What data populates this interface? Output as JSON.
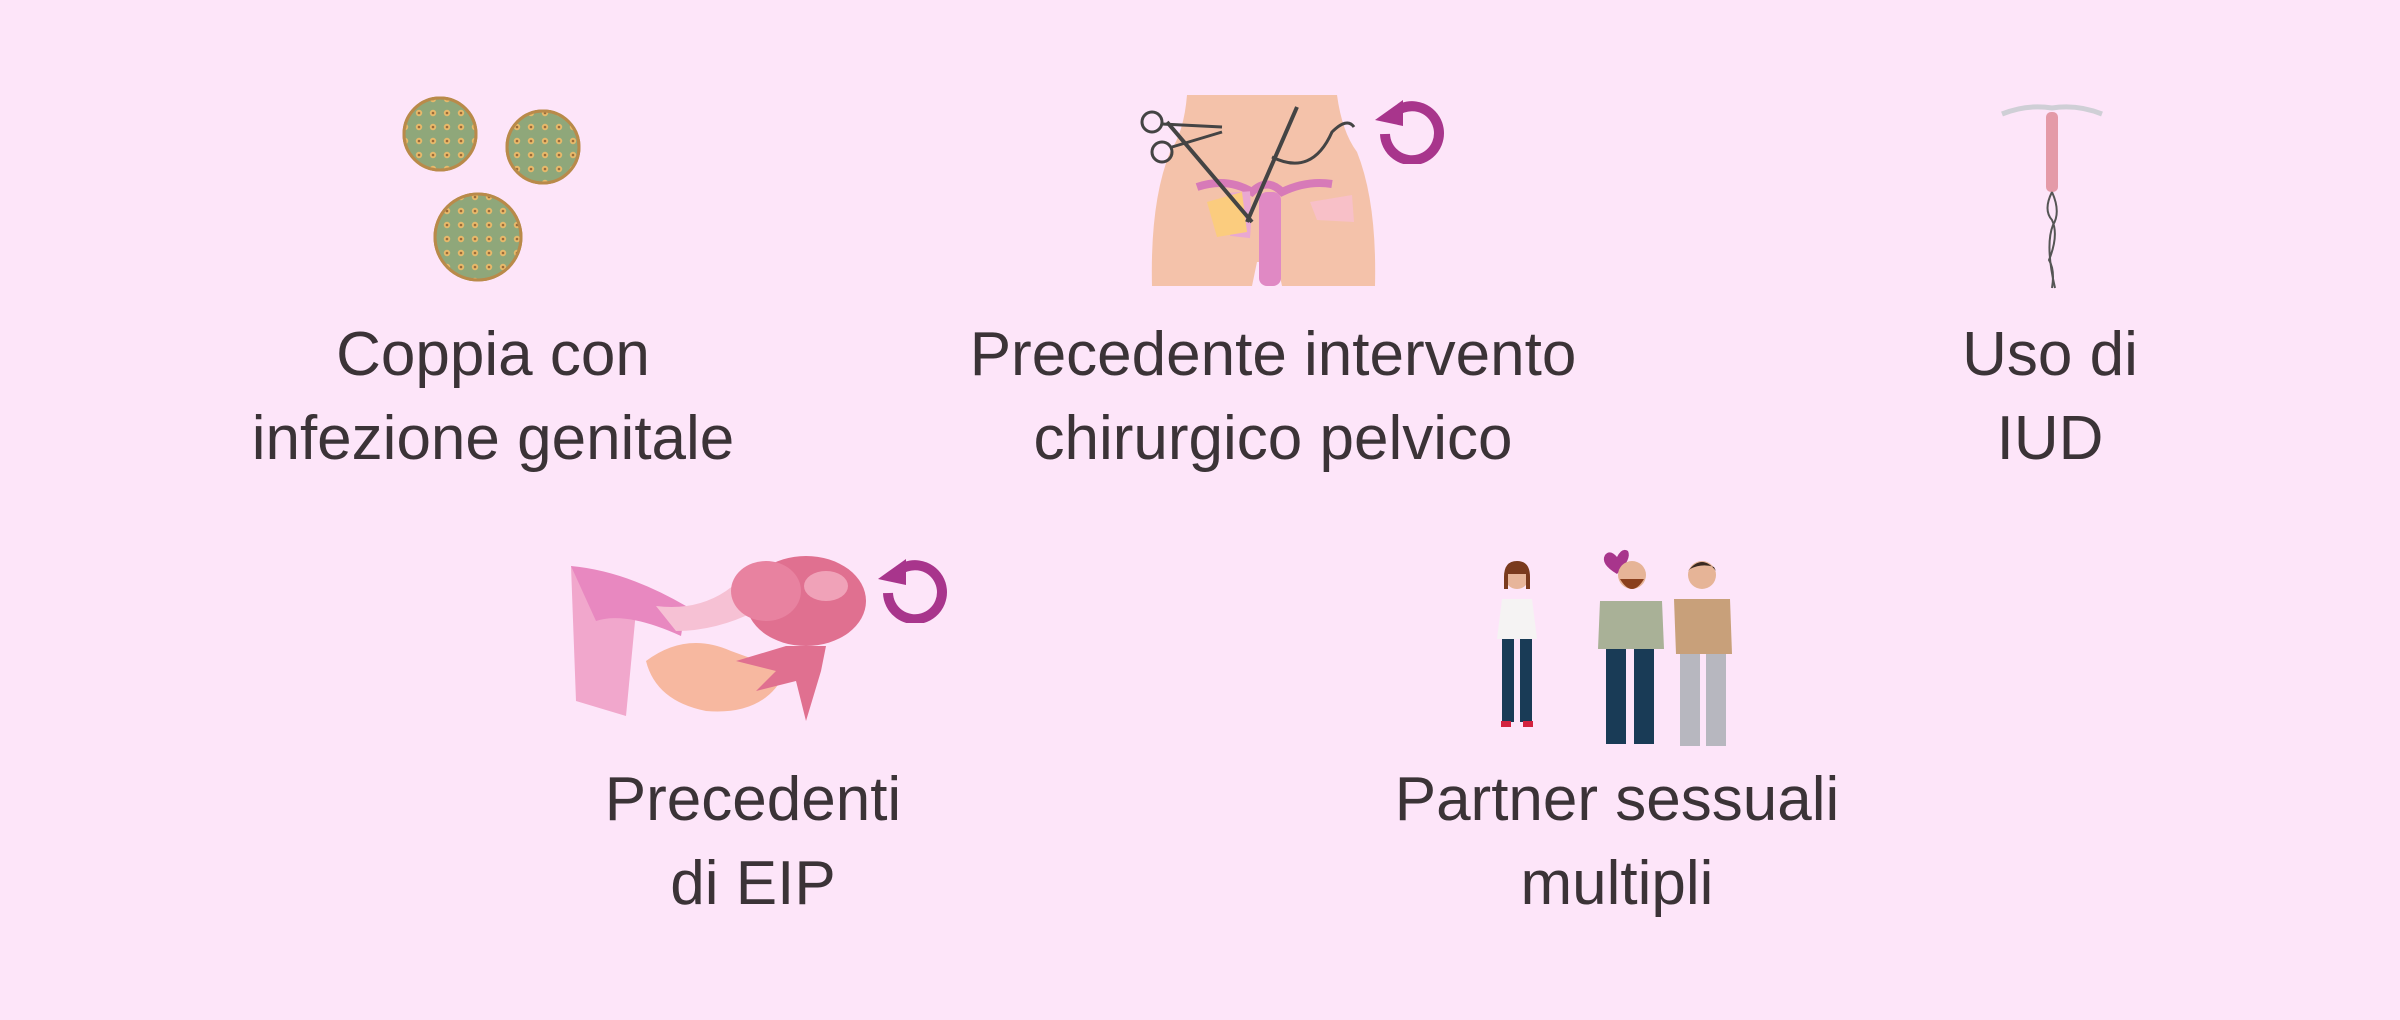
{
  "colors": {
    "background": "#fde5f9",
    "accent": "#a8358c",
    "text": "#3b3337"
  },
  "items": [
    {
      "icon": "virus-icon",
      "line1": "Coppia con",
      "line2": "infezione genitale"
    },
    {
      "icon": "pelvic-surgery-icon",
      "line1": "Precedente intervento",
      "line2": "chirurgico pelvico"
    },
    {
      "icon": "iud-icon",
      "line1": "Uso di",
      "line2": "IUD"
    },
    {
      "icon": "fallopian-tube-icon",
      "line1": "Precedenti",
      "line2": "di EIP"
    },
    {
      "icon": "multiple-partners-icon",
      "line1": "Partner sessuali",
      "line2": "multipli"
    }
  ]
}
